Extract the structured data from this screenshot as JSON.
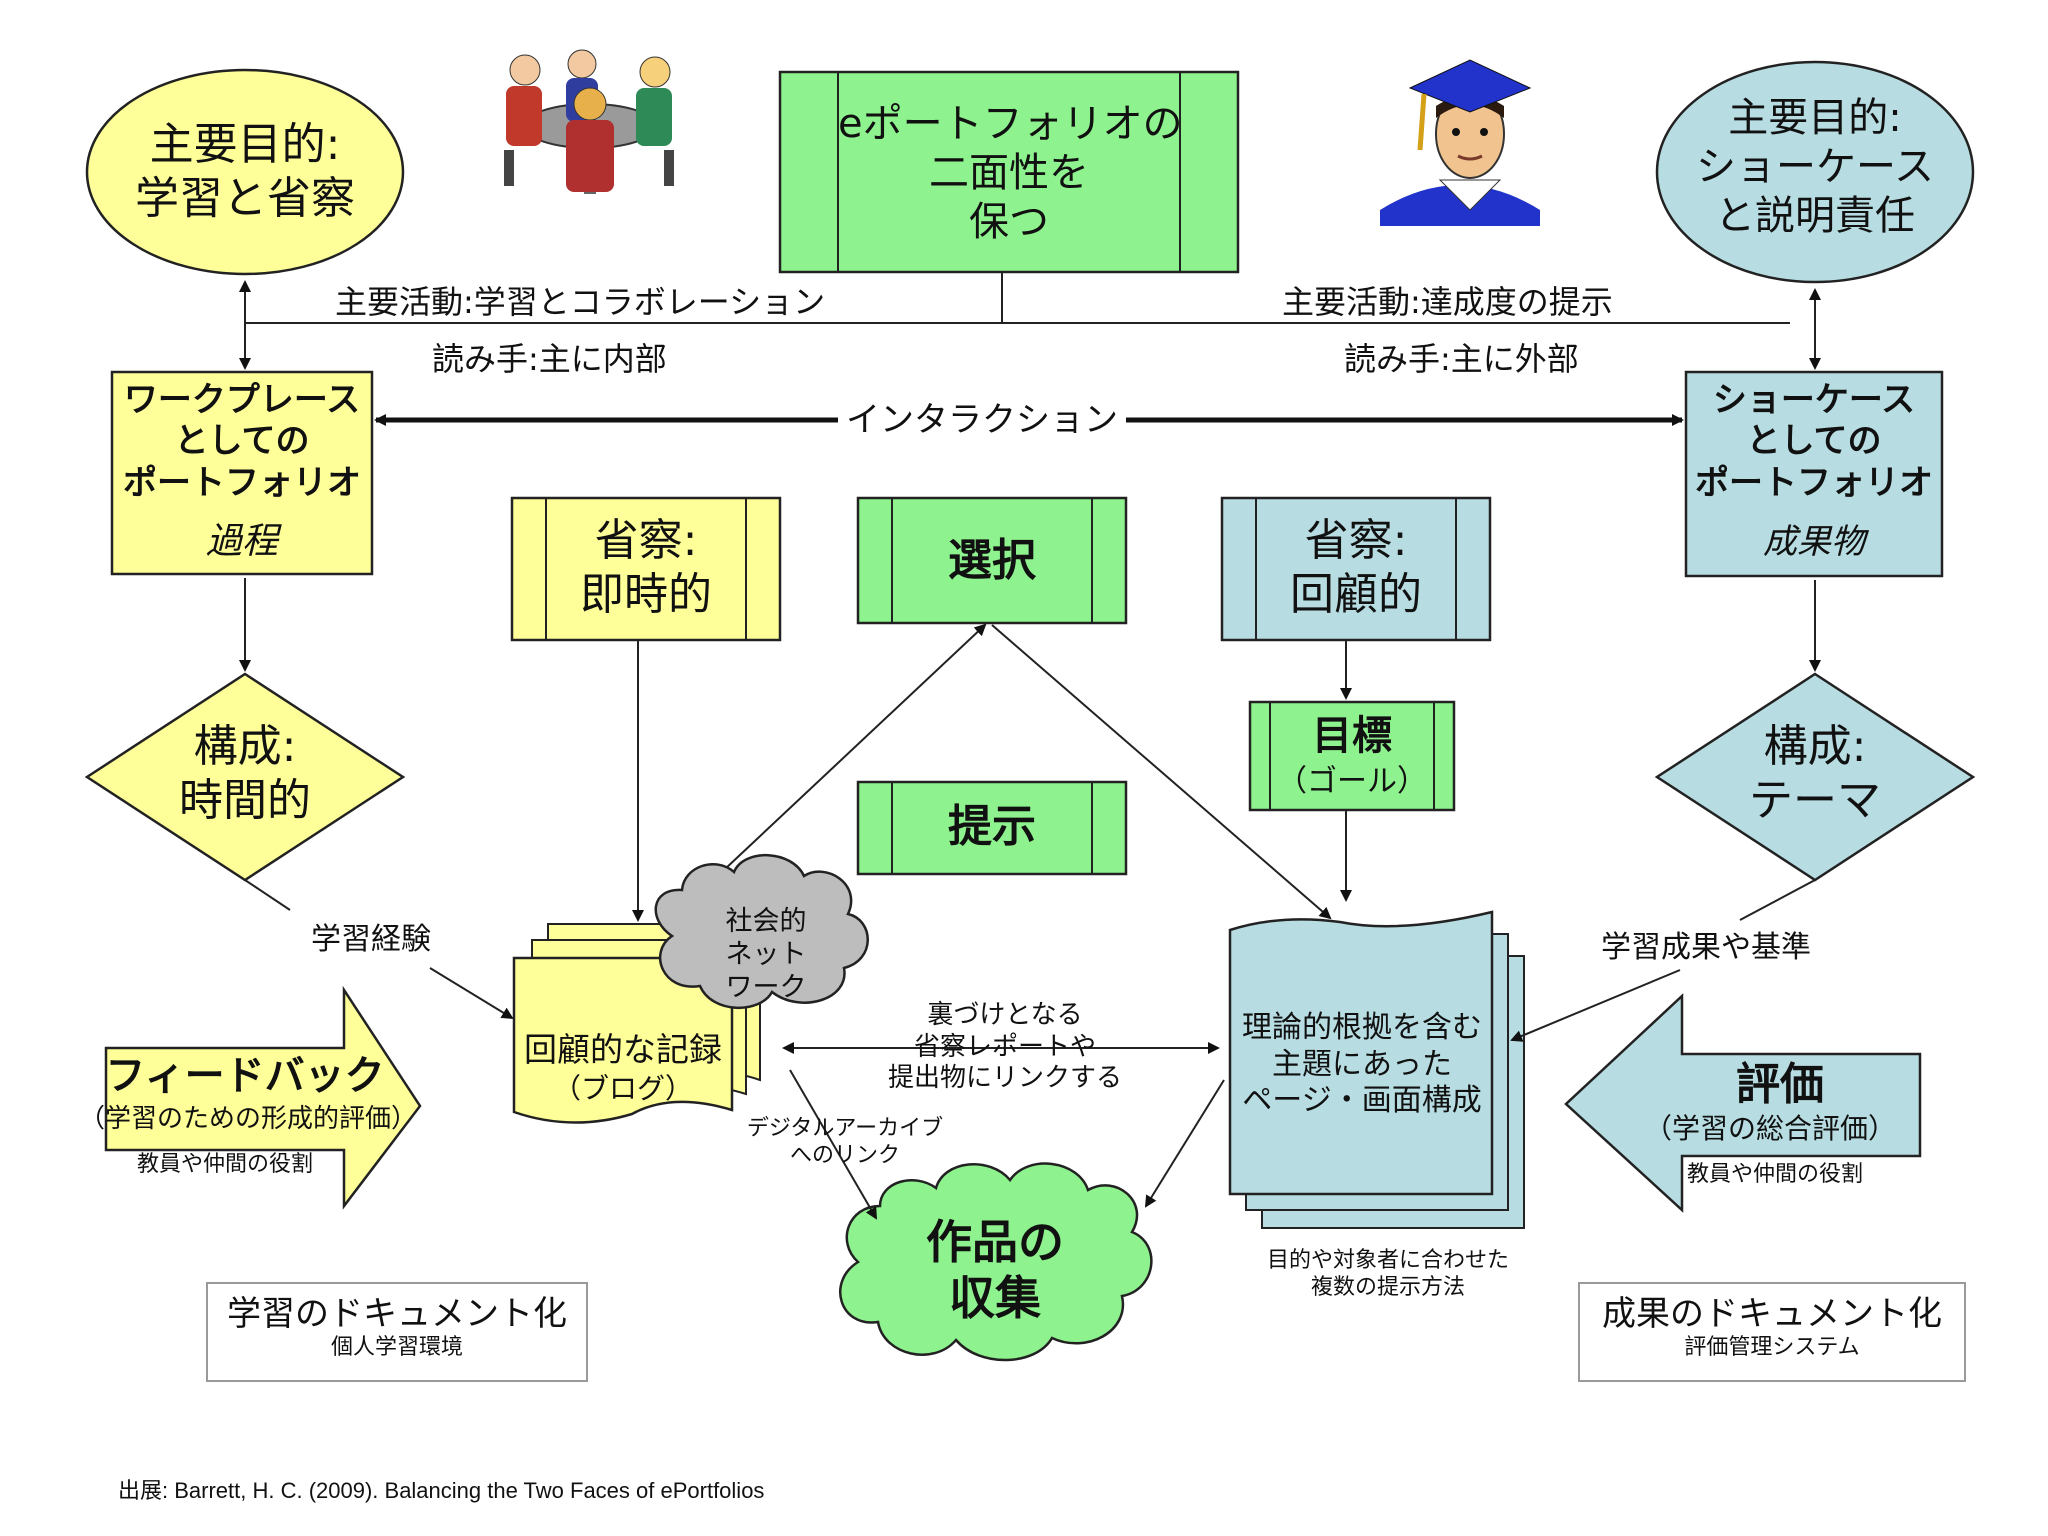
{
  "colors": {
    "yellow": "#ffff99",
    "green": "#8ef28e",
    "teal": "#b7dde2",
    "gray": "#bdbdbd",
    "stroke": "#222222"
  },
  "top": {
    "left_goal": "主要目的:\n学習と省察",
    "center_box": "eポートフォリオの\n二面性を\n保つ",
    "right_goal": "主要目的:\nショーケース\nと説明責任",
    "left_activity": "主要活動:学習とコラボレーション",
    "right_activity": "主要活動:達成度の提示",
    "left_reader": "読み手:主に内部",
    "right_reader": "読み手:主に外部",
    "interaction": "インタラクション"
  },
  "left": {
    "workplace_main": "ワークプレース\nとしての\nポートフォリオ",
    "workplace_sub": "過程",
    "structure": "構成:\n時間的",
    "learning_experience": "学習経験",
    "feedback_title": "フィードバック",
    "feedback_sub": "（学習のための形成的評価）",
    "feedback_role": "教員や仲間の役割",
    "doc_title": "学習のドキュメント化",
    "doc_sub": "個人学習環境"
  },
  "center": {
    "reflection_now": "省察:\n即時的",
    "select": "選択",
    "present": "提示",
    "reflection_past": "省察:\n回顧的",
    "goal_main": "目標",
    "goal_sub": "（ゴール）",
    "social_network": "社会的\nネット\nワーク",
    "record_main": "回顧的な記録",
    "record_sub": "（ブログ）",
    "link_text": "裏づけとなる\n省察レポートや\n提出物にリンクする",
    "digital_archive": "デジタルアーカイブ\nへのリンク",
    "collection": "作品の\n収集",
    "pages": "理論的根拠を含む\n主題にあった\nページ・画面構成",
    "multi_present": "目的や対象者に合わせた\n複数の提示方法"
  },
  "right": {
    "showcase_main": "ショーケース\nとしての\nポートフォリオ",
    "showcase_sub": "成果物",
    "structure": "構成:\nテーマ",
    "outcomes": "学習成果や基準",
    "eval_title": "評価",
    "eval_sub": "（学習の総合評価）",
    "eval_role": "教員や仲間の役割",
    "doc_title": "成果のドキュメント化",
    "doc_sub": "評価管理システム"
  },
  "source": "出展: Barrett, H. C. (2009). Balancing the Two Faces of ePortfolios"
}
